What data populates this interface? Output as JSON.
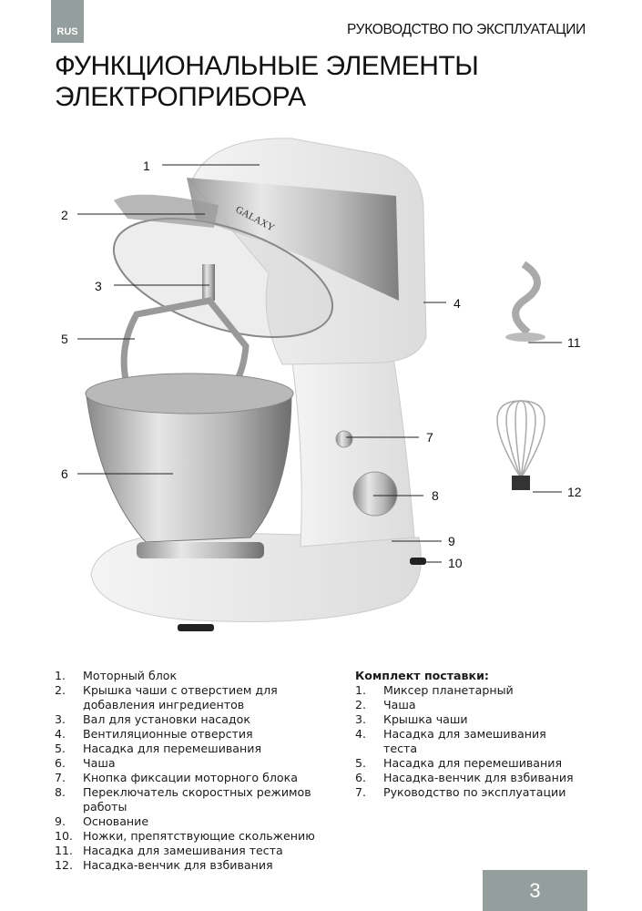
{
  "header": {
    "lang": "RUS",
    "doc_title": "РУКОВОДСТВО ПО ЭКСПЛУАТАЦИИ"
  },
  "page_title": [
    "ФУНКЦИОНАЛЬНЫЕ ЭЛЕМЕНТЫ",
    "ЭЛЕКТРОПРИБОРА"
  ],
  "figure": {
    "brand": "GALAXY",
    "callouts": [
      "1",
      "2",
      "3",
      "4",
      "5",
      "6",
      "7",
      "8",
      "9",
      "10",
      "11",
      "12"
    ]
  },
  "parts": [
    {
      "n": "1.",
      "t": "Моторный блок"
    },
    {
      "n": "2.",
      "t": "Крышка чаши с отверстием для"
    },
    {
      "n": "",
      "t": "добавления ингредиентов"
    },
    {
      "n": "3.",
      "t": "Вал для установки насадок"
    },
    {
      "n": "4.",
      "t": "Вентиляционные отверстия"
    },
    {
      "n": "5.",
      "t": "Насадка для перемешивания"
    },
    {
      "n": "6.",
      "t": "Чаша"
    },
    {
      "n": "7.",
      "t": "Кнопка фиксации  моторного блока"
    },
    {
      "n": "8.",
      "t": "Переключатель скоростных режимов"
    },
    {
      "n": "",
      "t": "работы"
    },
    {
      "n": "9.",
      "t": "Основание"
    },
    {
      "n": "10.",
      "t": "Ножки, препятствующие скольжению"
    },
    {
      "n": "11.",
      "t": "Насадка для замешивания теста"
    },
    {
      "n": "12.",
      "t": "Насадка-венчик для взбивания"
    }
  ],
  "kit": {
    "heading": "Комплект поставки:",
    "items": [
      {
        "n": "1.",
        "t": "Миксер планетарный"
      },
      {
        "n": "2.",
        "t": "Чаша"
      },
      {
        "n": "3.",
        "t": "Крышка чаши"
      },
      {
        "n": "4.",
        "t": "Насадка для замешивания"
      },
      {
        "n": "",
        "t": "теста"
      },
      {
        "n": "5.",
        "t": "Насадка для перемешивания"
      },
      {
        "n": "6.",
        "t": "Насадка-венчик для взбивания"
      },
      {
        "n": "7.",
        "t": "Руководство по эксплуатации"
      }
    ]
  },
  "page_number": "3"
}
